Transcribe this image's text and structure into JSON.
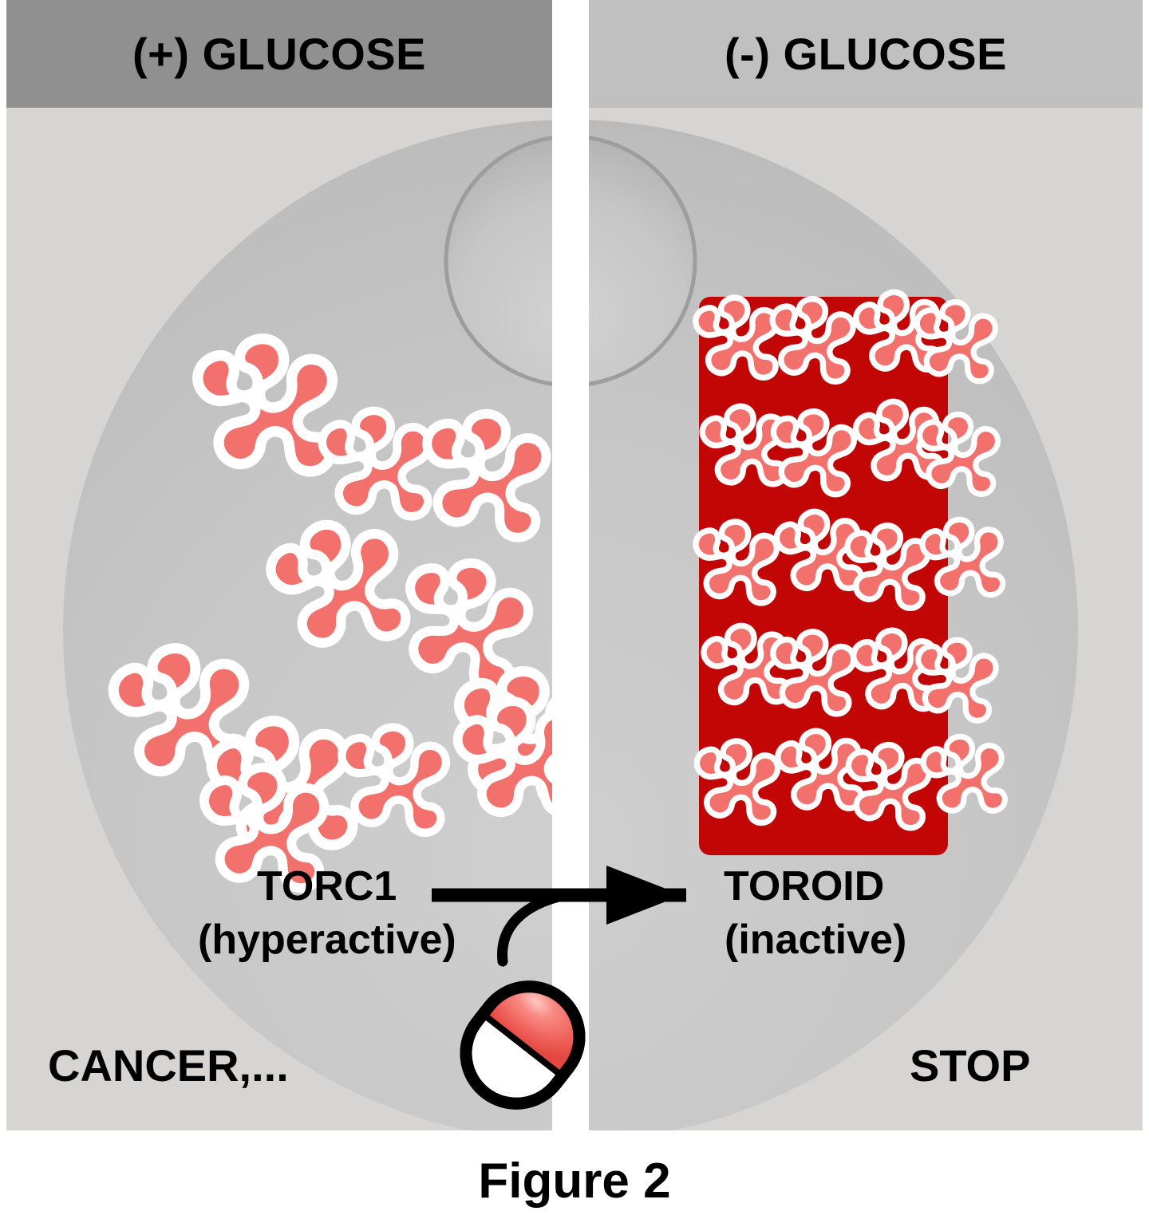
{
  "figure": {
    "caption": "Figure 2",
    "panels": [
      {
        "id": "left",
        "header": "(+) GLUCOSE",
        "header_color": "#909090",
        "background_color": "#d6d5d4",
        "state_label": "TORC1",
        "state_sublabel": "(hyperactive)",
        "outcome_label": "CANCER,...",
        "protein_arrangement": "dispersed"
      },
      {
        "id": "right",
        "header": "(-) GLUCOSE",
        "header_color": "#c0c0c0",
        "background_color": "#d6d5d4",
        "state_label": "TOROID",
        "state_sublabel": "(inactive)",
        "outcome_label": "STOP",
        "protein_arrangement": "toroid-stack"
      }
    ]
  },
  "colors": {
    "protein_fill": "#f2716c",
    "protein_outline": "#ffffff",
    "toroid_core": "#c20606",
    "cell_cytoplasm": "#c6c6c6",
    "cell_rim": "#a9a9a9",
    "nucleus_fill": "#c3c3c3",
    "nucleus_rim": "#9b9b9b",
    "pill_red": "#f2655f",
    "pill_white": "#ffffff",
    "arrow_black": "#000000",
    "panel_gap": "#ffffff"
  },
  "icons": {
    "arrow": "right-arrow-icon",
    "inhibition": "inhibition-curve-icon",
    "pill": "drug-pill-icon",
    "nucleus": "nucleus-icon",
    "cell": "cell-membrane-icon",
    "protein": "protein-ribbon-icon"
  },
  "chart_data": {
    "type": "diagram",
    "title": "Figure 2",
    "description": "Two-panel cell schematic comparing TORC1 protein state with and without glucose",
    "conditions": [
      "(+) GLUCOSE",
      "(-) GLUCOSE"
    ],
    "states": [
      "TORC1 (hyperactive)",
      "TOROID (inactive)"
    ],
    "outcomes": [
      "CANCER,...",
      "STOP"
    ],
    "transition": "drug pill inhibits the hyperactive TORC1 state, driving conversion to the inactive toroid",
    "protein_counts": {
      "left_dispersed": 11,
      "right_toroid_rows": 5
    }
  }
}
